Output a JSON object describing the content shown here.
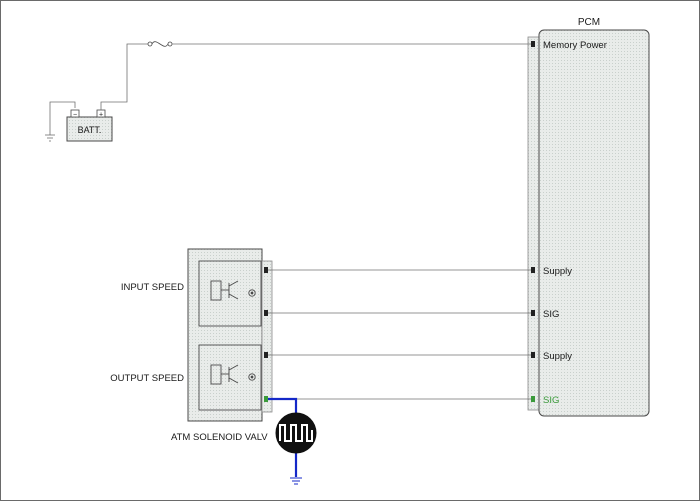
{
  "pcm": {
    "title": "PCM",
    "pins": {
      "memory_power": "Memory Power",
      "supply_1": "Supply",
      "sig_1": "SIG",
      "supply_2": "Supply",
      "sig_2": "SIG"
    }
  },
  "battery": {
    "label": "BATT.",
    "neg_symbol": "−",
    "pos_symbol": "+"
  },
  "sensors": {
    "input_label": "INPUT SPEED",
    "output_label": "OUTPUT SPEED"
  },
  "solenoid": {
    "label": "ATM SOLENOID VALV"
  },
  "colors": {
    "wire": "#707070",
    "highlight_wire": "#1428c8",
    "highlight_pin": "#3a9a3a",
    "panel_fill": "#e6eae7",
    "outline": "#4a4a4a",
    "terminal": "#222222"
  }
}
